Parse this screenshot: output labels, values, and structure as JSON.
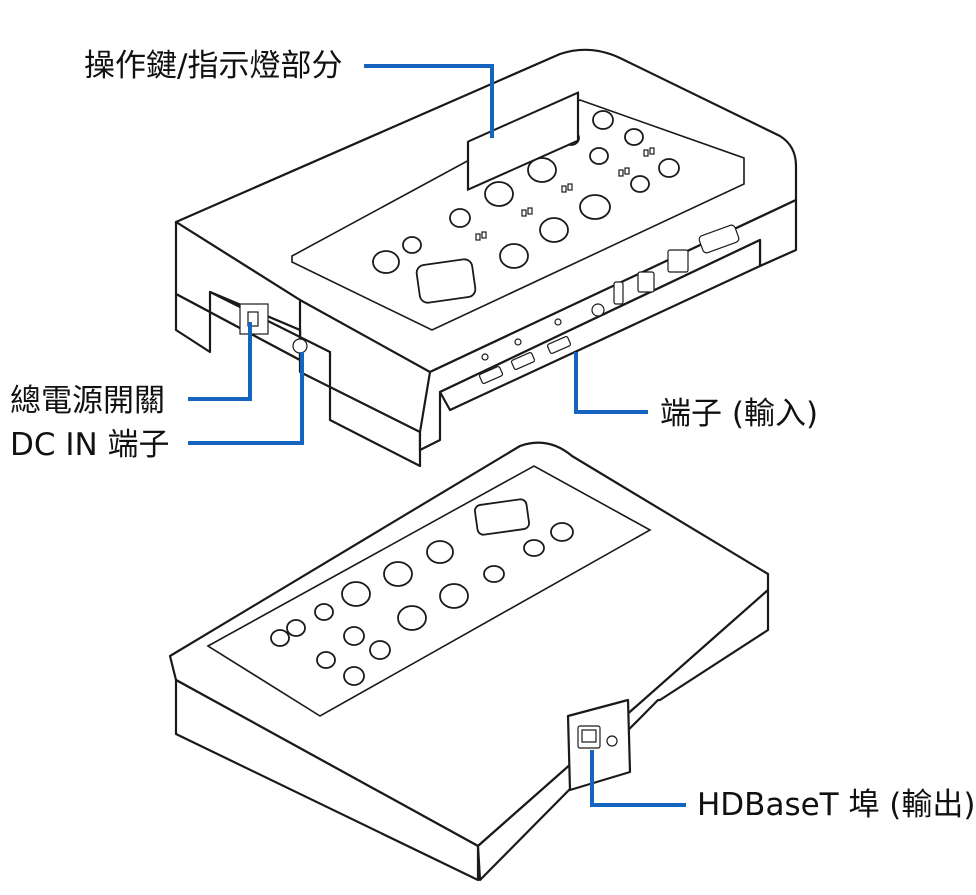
{
  "callouts": {
    "operation_panel": "操作鍵/指示燈部分",
    "main_power_switch": "總電源開關",
    "dc_in_port": "DC IN 端子",
    "input_ports": "端子 (輸入)",
    "hdbaset_port": "HDBaseT 埠 (輸出)"
  },
  "colors": {
    "leader_line": "#1565c0",
    "outline": "#1a1a1a",
    "background": "#ffffff"
  }
}
